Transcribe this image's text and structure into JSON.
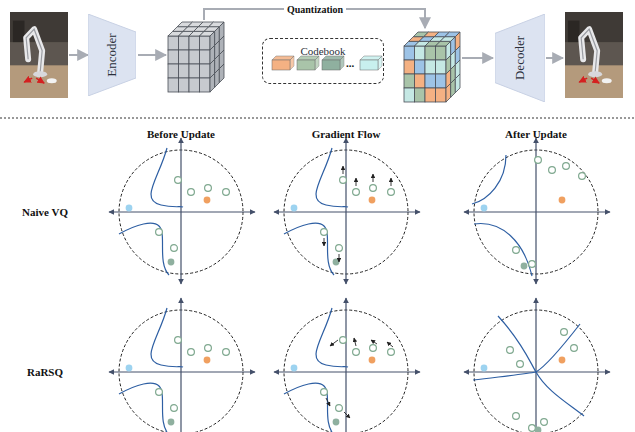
{
  "diagram": {
    "nodes": [
      {
        "text": [
          "Encoder"
        ]
      },
      {
        "text": [
          "Codebook"
        ]
      },
      {
        "text": [
          "Decoder"
        ]
      }
    ],
    "labels": [
      "Quantization",
      "...",
      "Before Update",
      "Gradient Flow",
      "After Update",
      "Naive VQ",
      "RaRSQ"
    ]
  }
}
